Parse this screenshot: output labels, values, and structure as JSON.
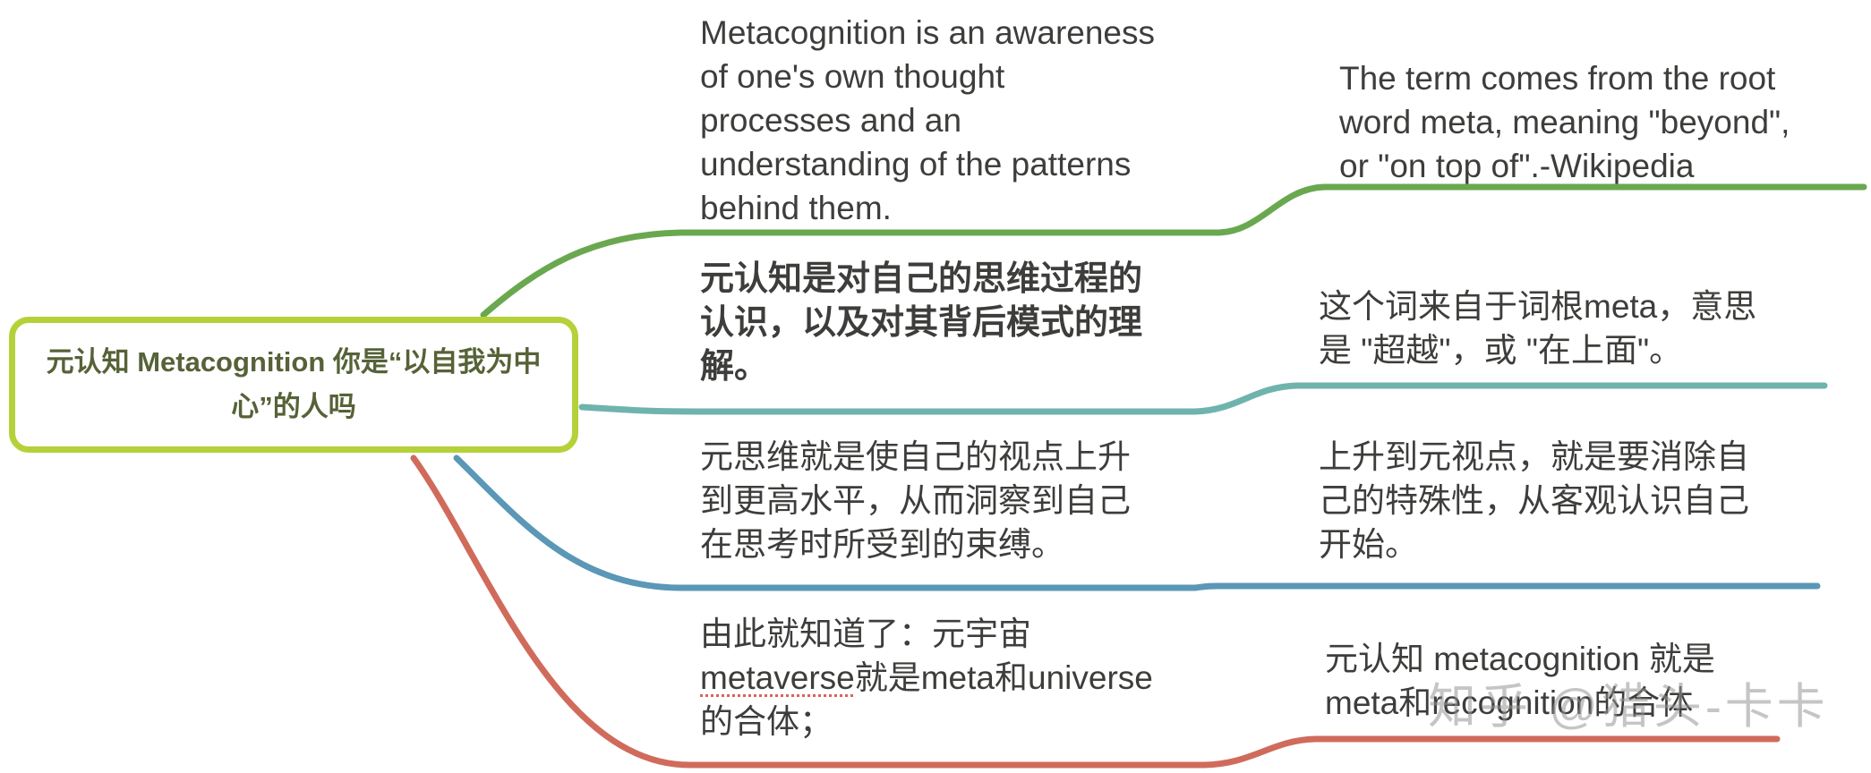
{
  "central": {
    "title": "元认知 Metacognition 你是“以自我为中心”的人吗",
    "border_color": "#b5d13a",
    "text_color": "#566237"
  },
  "branches": [
    {
      "color": "#6aa84f",
      "child": "Metacognition is an awareness\nof one's own thought\nprocesses and an\nunderstanding of the patterns\nbehind them.",
      "grandchild": "The term comes from the root\nword meta, meaning \"beyond\",\nor \"on top of\".-Wikipedia"
    },
    {
      "color": "#6fb3ad",
      "child": "元认知是对自己的思维过程的\n认识，以及对其背后模式的理\n解。",
      "grandchild": "这个词来自于词根meta，意思\n是 \"超越\"，或 \"在上面\"。"
    },
    {
      "color": "#5b97b6",
      "child": "元思维就是使自己的视点上升\n到更高水平，从而洞察到自己\n在思考时所受到的束缚。",
      "grandchild": "上升到元视点，就是要消除自\n己的特殊性，从客观认识自己\n开始。"
    },
    {
      "color": "#d06b5c",
      "child_parts": [
        "由此就知道了：元宇宙\n",
        "metaverse",
        "就是meta和universe\n的合体；"
      ],
      "grandchild": "元认知 metacognition 就是\nmeta和recognition的合体"
    }
  ],
  "watermark": "知乎 @猎头-卡卡"
}
